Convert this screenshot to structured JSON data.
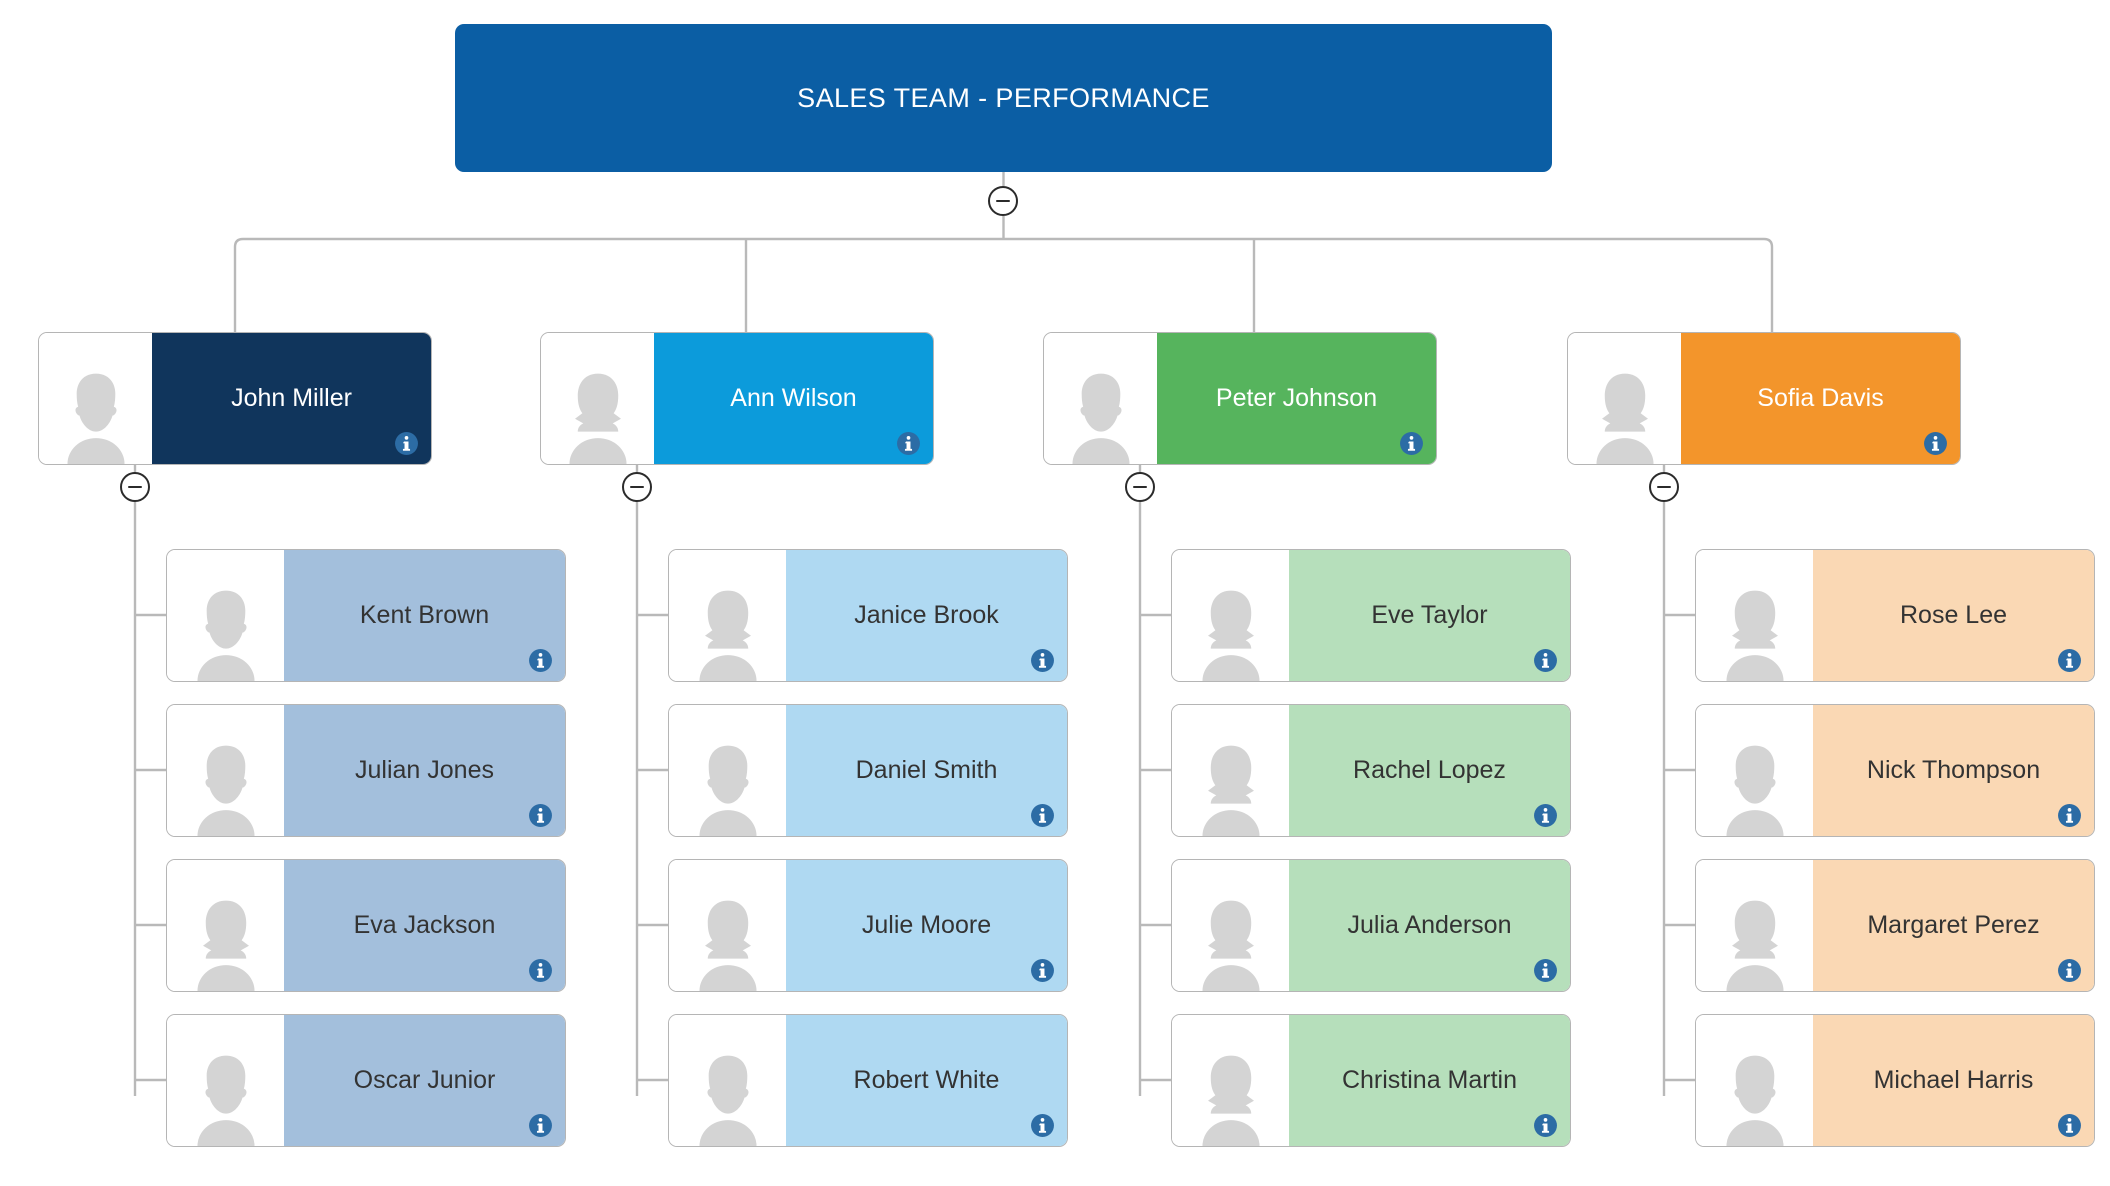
{
  "root": {
    "title": "SALES TEAM - PERFORMANCE",
    "color": "#0b5ea4",
    "text_color": "#ffffff",
    "toggle_icon": "minus-circle-icon",
    "toggle_state": "expanded"
  },
  "palette": {
    "canvas": "#ffffff",
    "connector": "#b9b9b9",
    "card_border": "#b5b5b5",
    "avatar_silhouette": "#d4d4d4",
    "info_badge": "#2c6ca5",
    "member_text": "#333333",
    "lead_text": "#ffffff",
    "toggle_stroke": "#2b2b2b"
  },
  "branches": [
    {
      "lead": {
        "name": "John Miller",
        "color": "#10355c",
        "avatar": "male-avatar-icon",
        "info_icon": "info-circle-icon",
        "toggle_icon": "minus-circle-icon",
        "toggle_state": "expanded"
      },
      "member_color": "#a3bfdc",
      "members": [
        {
          "name": "Kent Brown",
          "avatar": "male-avatar-icon",
          "info_icon": "info-circle-icon"
        },
        {
          "name": "Julian Jones",
          "avatar": "male-avatar-icon",
          "info_icon": "info-circle-icon"
        },
        {
          "name": "Eva Jackson",
          "avatar": "female-avatar-icon",
          "info_icon": "info-circle-icon"
        },
        {
          "name": "Oscar Junior",
          "avatar": "male-avatar-icon",
          "info_icon": "info-circle-icon"
        }
      ]
    },
    {
      "lead": {
        "name": "Ann Wilson",
        "color": "#0c9bdb",
        "avatar": "female-avatar-icon",
        "info_icon": "info-circle-icon",
        "toggle_icon": "minus-circle-icon",
        "toggle_state": "expanded"
      },
      "member_color": "#afd9f2",
      "members": [
        {
          "name": "Janice Brook",
          "avatar": "female-avatar-icon",
          "info_icon": "info-circle-icon"
        },
        {
          "name": "Daniel Smith",
          "avatar": "male-avatar-icon",
          "info_icon": "info-circle-icon"
        },
        {
          "name": "Julie Moore",
          "avatar": "female-avatar-icon",
          "info_icon": "info-circle-icon"
        },
        {
          "name": "Robert White",
          "avatar": "male-avatar-icon",
          "info_icon": "info-circle-icon"
        }
      ]
    },
    {
      "lead": {
        "name": "Peter Johnson",
        "color": "#56b45d",
        "avatar": "male-avatar-icon",
        "info_icon": "info-circle-icon",
        "toggle_icon": "minus-circle-icon",
        "toggle_state": "expanded"
      },
      "member_color": "#b6dfbb",
      "members": [
        {
          "name": "Eve Taylor",
          "avatar": "female-avatar-icon",
          "info_icon": "info-circle-icon"
        },
        {
          "name": "Rachel Lopez",
          "avatar": "female-avatar-icon",
          "info_icon": "info-circle-icon"
        },
        {
          "name": "Julia Anderson",
          "avatar": "female-avatar-icon",
          "info_icon": "info-circle-icon"
        },
        {
          "name": "Christina Martin",
          "avatar": "female-avatar-icon",
          "info_icon": "info-circle-icon"
        }
      ]
    },
    {
      "lead": {
        "name": "Sofia Davis",
        "color": "#f3952b",
        "avatar": "female-avatar-icon",
        "info_icon": "info-circle-icon",
        "toggle_icon": "minus-circle-icon",
        "toggle_state": "expanded"
      },
      "member_color": "#fad8b4",
      "members": [
        {
          "name": "Rose Lee",
          "avatar": "female-avatar-icon",
          "info_icon": "info-circle-icon"
        },
        {
          "name": "Nick Thompson",
          "avatar": "male-avatar-icon",
          "info_icon": "info-circle-icon"
        },
        {
          "name": "Margaret Perez",
          "avatar": "female-avatar-icon",
          "info_icon": "info-circle-icon"
        },
        {
          "name": "Michael Harris",
          "avatar": "male-avatar-icon",
          "info_icon": "info-circle-icon"
        }
      ]
    }
  ]
}
